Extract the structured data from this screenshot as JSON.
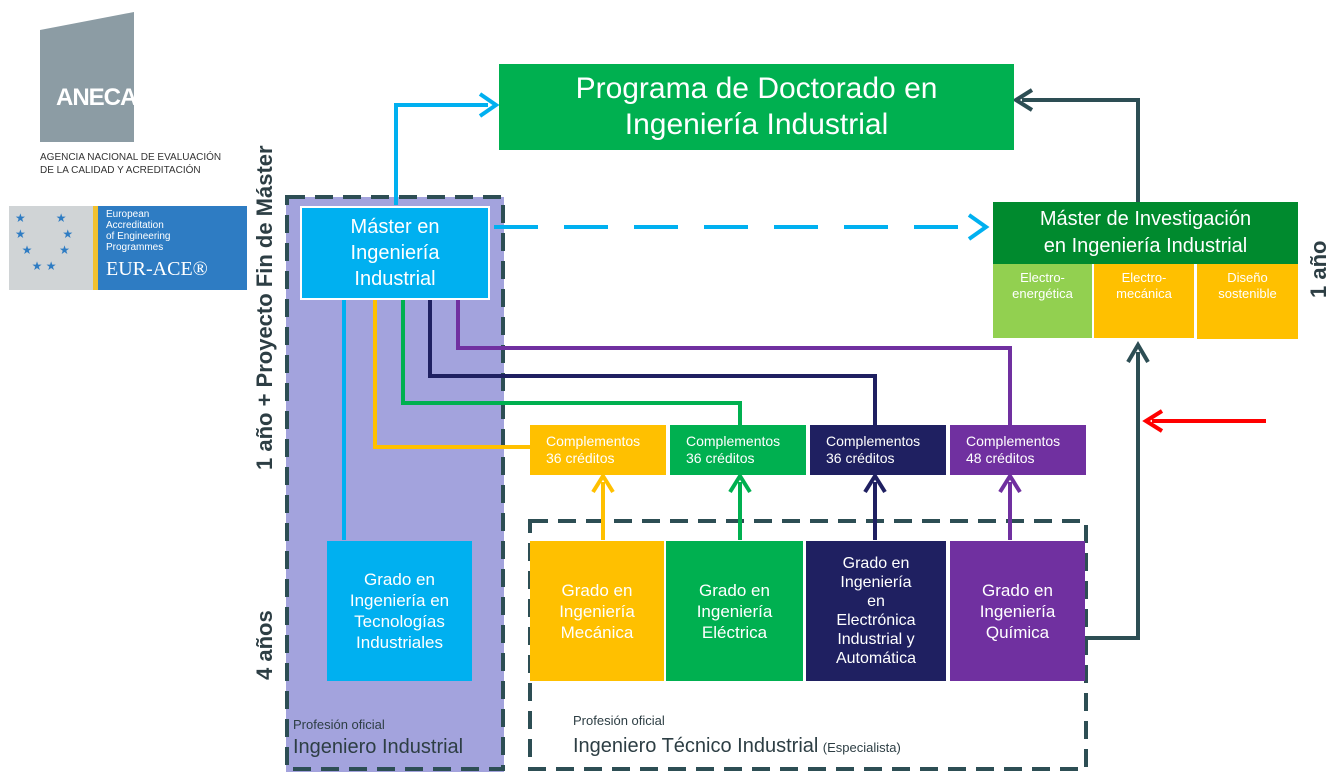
{
  "logos": {
    "aneca": {
      "mark": "ANECA",
      "line1": "AGENCIA NACIONAL DE EVALUACIÓN",
      "line2": "DE LA CALIDAD Y ACREDITACIÓN"
    },
    "eurace": {
      "line1": "European",
      "line2": "Accreditation",
      "line3": "of Engineering",
      "line4": "Programmes",
      "mark": "EUR-ACE®"
    }
  },
  "side_labels": {
    "left_top": "1 año + Proyecto Fin de Máster",
    "left_bottom": "4 años",
    "right": "1 año"
  },
  "doctorado": {
    "line1": "Programa de Doctorado en",
    "line2": "Ingeniería Industrial"
  },
  "master_ii": {
    "line1": "Máster en",
    "line2": "Ingeniería",
    "line3": "Industrial"
  },
  "master_inv": {
    "line1": "Máster de Investigación",
    "line2": "en Ingeniería Industrial",
    "specialties": [
      {
        "l1": "Electro-",
        "l2": "energética"
      },
      {
        "l1": "Electro-",
        "l2": "mecánica"
      },
      {
        "l1": "Diseño",
        "l2": "sostenible"
      }
    ]
  },
  "complementos": [
    {
      "l1": "Complementos",
      "l2": "36 créditos"
    },
    {
      "l1": "Complementos",
      "l2": "36 créditos"
    },
    {
      "l1": "Complementos",
      "l2": "36 créditos"
    },
    {
      "l1": "Complementos",
      "l2": "48 créditos"
    }
  ],
  "grado_tec": {
    "lines": [
      "Grado en",
      "Ingeniería en",
      "Tecnologías",
      "Industriales"
    ]
  },
  "grados": [
    {
      "lines": [
        "Grado en",
        "Ingeniería",
        "Mecánica"
      ]
    },
    {
      "lines": [
        "Grado en",
        "Ingeniería",
        "Eléctrica"
      ]
    },
    {
      "lines": [
        "Grado en",
        "Ingeniería",
        "en",
        "Electrónica",
        "Industrial y",
        "Automática"
      ]
    },
    {
      "lines": [
        "Grado en",
        "Ingeniería",
        "Química"
      ]
    }
  ],
  "profesion_ii": {
    "small": "Profesión oficial",
    "big": "Ingeniero Industrial"
  },
  "profesion_iti": {
    "small": "Profesión oficial",
    "big": "Ingeniero Técnico Industrial",
    "extra": "(Especialista)"
  },
  "colors": {
    "lavender": "#a3a3dd",
    "cyan": "#00b0f0",
    "green": "#00b050",
    "darkgreen": "#008a2e",
    "lightgreen": "#92d050",
    "gold": "#ffc000",
    "navy": "#1f2061",
    "purple": "#7030a0",
    "teal_dark": "#2d4e54",
    "red": "#ff0000"
  }
}
